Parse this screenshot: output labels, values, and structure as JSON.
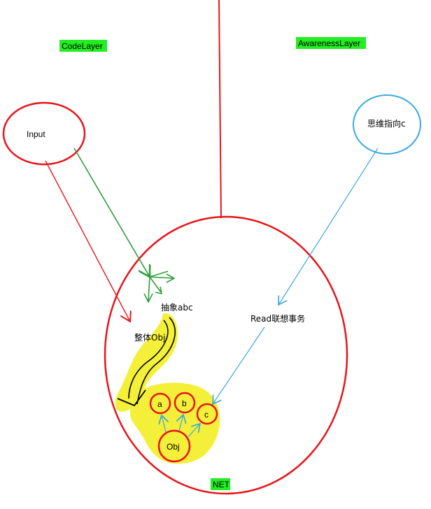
{
  "layers": {
    "code": "CodeLayer",
    "awareness": "AwarenessLayer",
    "net": "NET"
  },
  "nodes": {
    "input": "Input",
    "thought_direction": "思维指向c",
    "abstract": "抽象abc",
    "whole": "整体Obj",
    "read": "Read联想事务",
    "a": "a",
    "b": "b",
    "c": "c",
    "obj": "Obj"
  },
  "colors": {
    "label_bg": "#22ee22",
    "red": "#e8141a",
    "green": "#2e9e3a",
    "blue": "#3aa8e0",
    "highlight": "#f4f03a",
    "black": "#000000"
  }
}
